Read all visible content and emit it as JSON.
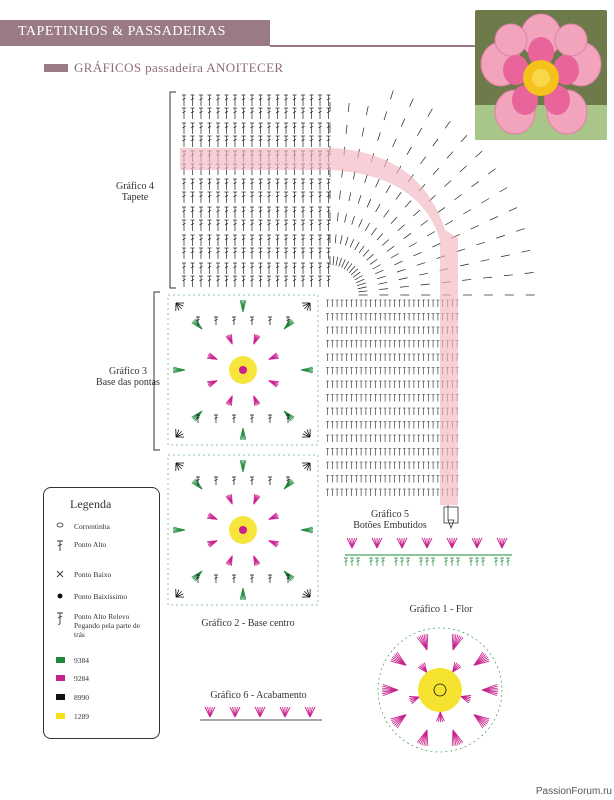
{
  "header": {
    "title": "TAPETINHOS & PASSADEIRAS"
  },
  "subtitle": "GRÁFICOS passadeira ANOITECER",
  "labels": {
    "g4": "Gráfico 4",
    "g4_sub": "Tapete",
    "g3": "Gráfico 3",
    "g3_sub": "Base das pontas",
    "g2": "Gráfico 2 - Base centro",
    "g5": "Gráfico 5",
    "g5_sub": "Botões Embutidos",
    "g1": "Gráfico 1 - Flor",
    "g6": "Gráfico 6 - Acabamento"
  },
  "legend": {
    "title": "Legenda",
    "items": [
      {
        "symbol": "chain-icon",
        "label": "Correntinha"
      },
      {
        "symbol": "double-crochet-icon",
        "label": "Ponto Alto"
      },
      {
        "symbol": "single-crochet-icon",
        "label": "Ponto Baixo"
      },
      {
        "symbol": "slip-stitch-icon",
        "label": "Ponto Baixíssimo"
      },
      {
        "symbol": "back-post-icon",
        "label": "Ponto Alto Relevo Pegando pela parte de trás"
      }
    ],
    "colors": [
      {
        "code": "9384",
        "hex": "#1e8b3c"
      },
      {
        "code": "9284",
        "hex": "#c8208c"
      },
      {
        "code": "8990",
        "hex": "#111111"
      },
      {
        "code": "1289",
        "hex": "#f5e01a"
      }
    ]
  },
  "footer": "PassionForum.ru"
}
